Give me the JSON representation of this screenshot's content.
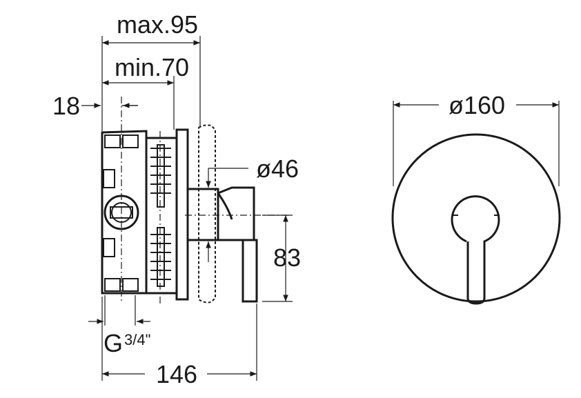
{
  "dimensions": {
    "max_depth": "max.95",
    "min_depth": "min.70",
    "offset": "18",
    "diameter_small": "ø46",
    "height": "83",
    "thread_main": "G",
    "thread_fraction": "3/4\"",
    "width": "146",
    "diameter_plate": "ø160"
  }
}
